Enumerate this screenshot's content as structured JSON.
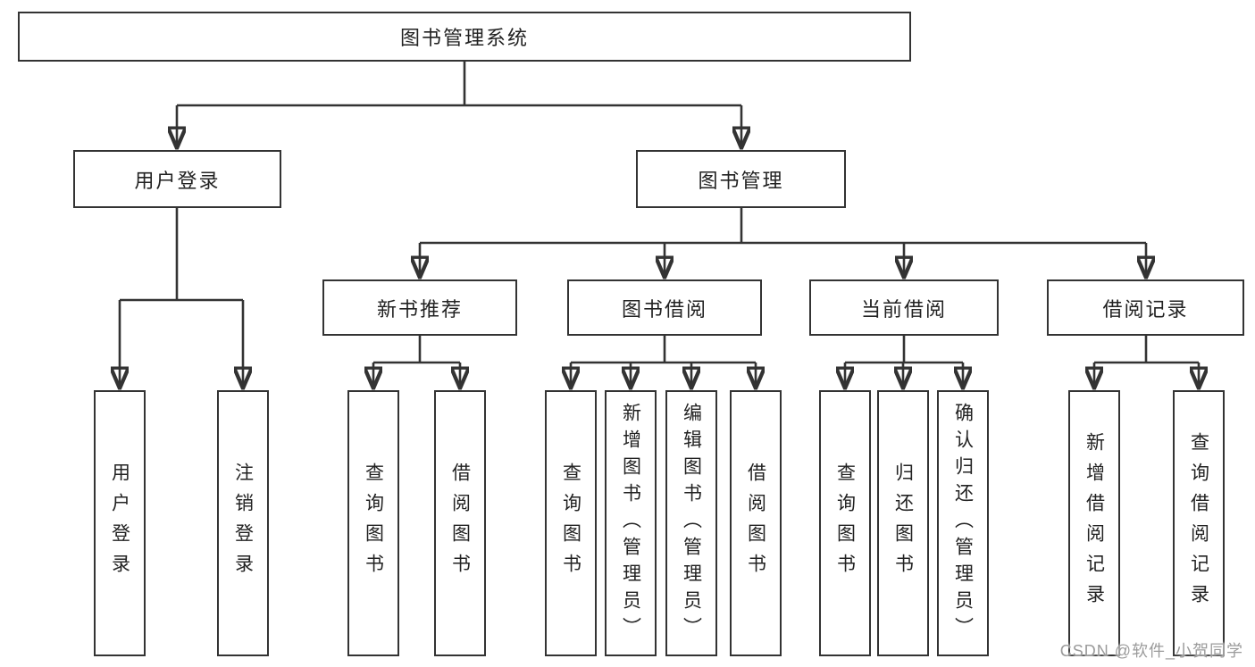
{
  "nodes": {
    "root": "图书管理系统",
    "user_login": "用户登录",
    "book_mgmt": "图书管理",
    "new_books": "新书推荐",
    "borrowing": "图书借阅",
    "current": "当前借阅",
    "records": "借阅记录",
    "leaf_user_login": "用户登录",
    "leaf_logout": "注销登录",
    "leaf_nb_query": "查询图书",
    "leaf_nb_borrow": "借阅图书",
    "leaf_bb_query": "查询图书",
    "leaf_bb_add": "新增图书（管理员）",
    "leaf_bb_edit": "编辑图书（管理员）",
    "leaf_bb_borrow": "借阅图书",
    "leaf_cb_query": "查询图书",
    "leaf_cb_return": "归还图书",
    "leaf_cb_confirm": "确认归还（管理员）",
    "leaf_br_add": "新增借阅记录",
    "leaf_br_query": "查询借阅记录"
  },
  "watermark": "CSDN @软件_小贺同学",
  "colors": {
    "line": "#333333",
    "text": "#222222",
    "watermark": "#9b9b9b",
    "background": "#ffffff"
  }
}
